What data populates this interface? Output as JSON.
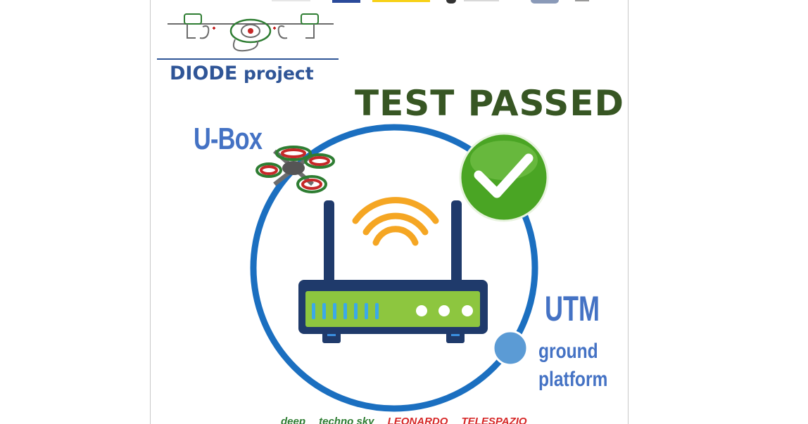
{
  "header": {
    "project_name": "DIODE",
    "project_suffix": " project"
  },
  "status": {
    "headline": "TEST PASSED"
  },
  "labels": {
    "ubox": "U-Box",
    "utm": "UTM",
    "ground_line1": "ground",
    "ground_line2": "platform"
  },
  "partners": [
    {
      "name": "deep",
      "color": "#2e7d32"
    },
    {
      "name": "techno sky",
      "color": "#2e7d32"
    },
    {
      "name": "LEONARDO",
      "color": "#d62828"
    },
    {
      "name": "TELESPAZIO",
      "color": "#d62828"
    }
  ],
  "colors": {
    "brand_blue": "#2f5597",
    "label_blue": "#4472c4",
    "ring_blue": "#1b6fc0",
    "check_green": "#4aa524",
    "headline_green": "#375623",
    "router_body": "#8dc63f",
    "router_outline": "#1f3a6b",
    "wifi_orange": "#f5a623"
  },
  "icons": [
    "diode-logo-icon",
    "drone-icon",
    "router-icon",
    "wifi-icon",
    "check-badge-icon",
    "ground-node-icon"
  ]
}
